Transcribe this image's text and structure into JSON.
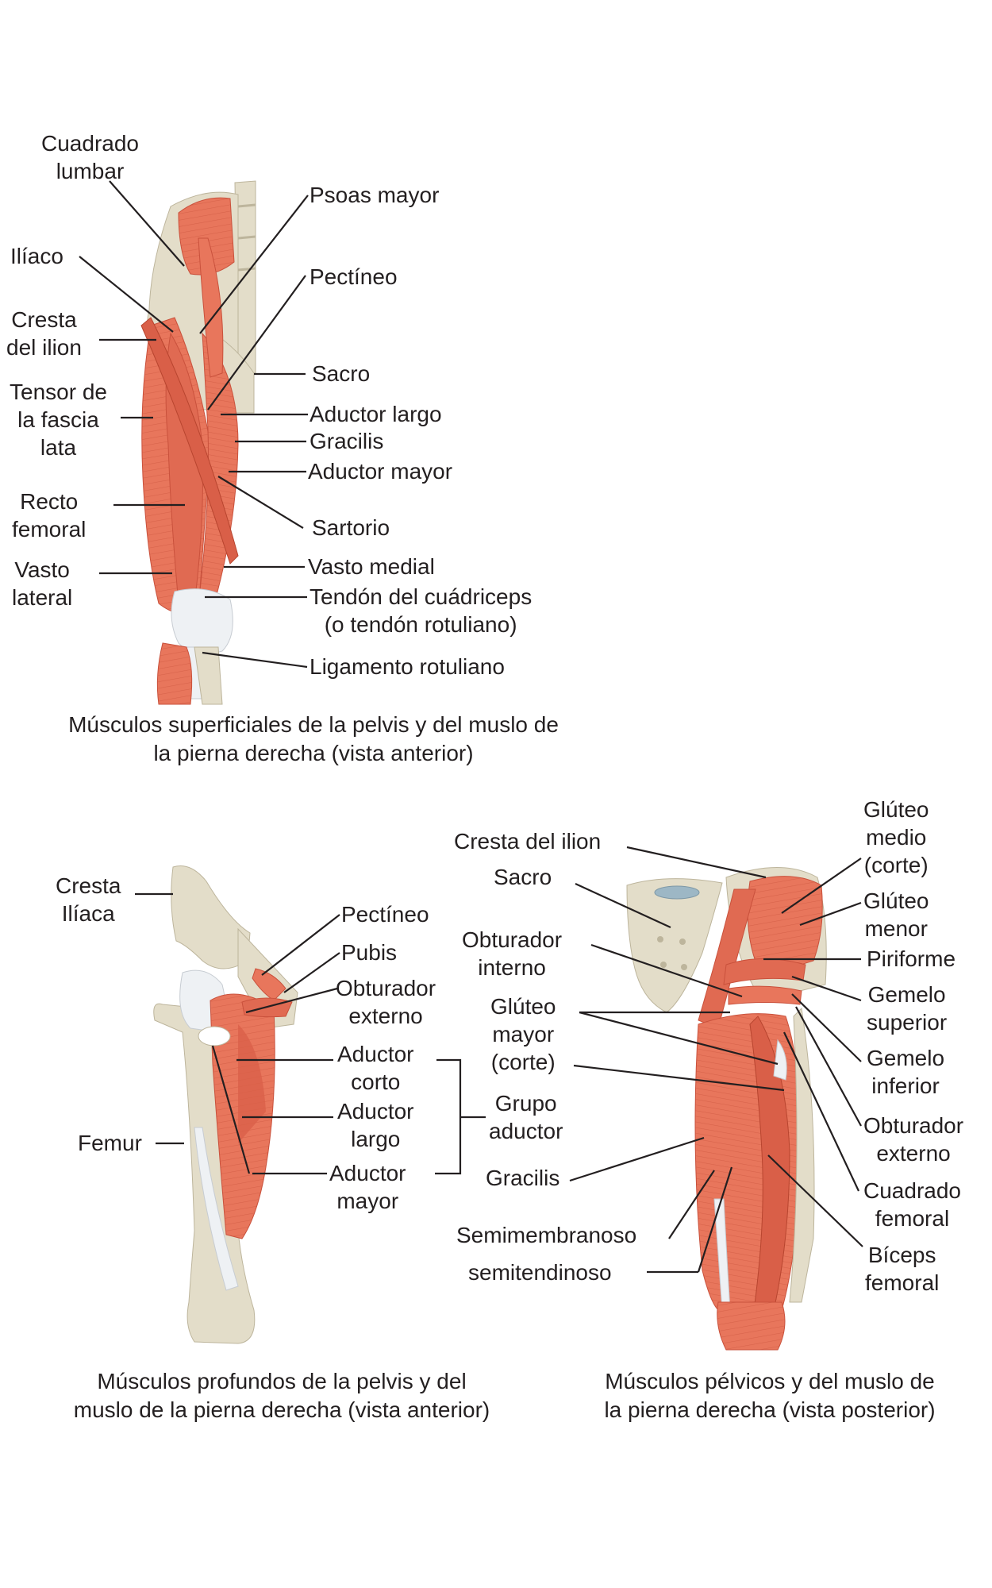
{
  "panel_superficial": {
    "caption": [
      "Músculos superficiales de la pelvis y del muslo de",
      "la pierna derecha (vista anterior)"
    ],
    "labels": {
      "cuadrado_lumbar": [
        "Cuadrado",
        "lumbar"
      ],
      "iliaco": [
        "Ilíaco"
      ],
      "cresta_ilion": [
        "Cresta",
        "del ilion"
      ],
      "tensor_fascia_lata": [
        "Tensor de",
        "la fascia",
        "lata"
      ],
      "recto_femoral": [
        "Recto",
        "femoral"
      ],
      "vasto_lateral": [
        "Vasto",
        "lateral"
      ],
      "psoas_mayor": [
        "Psoas mayor"
      ],
      "pectineo": [
        "Pectíneo"
      ],
      "sacro": [
        "Sacro"
      ],
      "aductor_largo": [
        "Aductor largo"
      ],
      "gracilis": [
        "Gracilis"
      ],
      "aductor_mayor": [
        "Aductor mayor"
      ],
      "sartorio": [
        "Sartorio"
      ],
      "vasto_medial": [
        "Vasto medial"
      ],
      "tendon_cuadriceps": [
        "Tendón del cuádriceps",
        "(o tendón rotuliano)"
      ],
      "ligamento_rotuliano": [
        "Ligamento rotuliano"
      ]
    }
  },
  "panel_deep": {
    "caption": [
      "Músculos profundos de la pelvis y del",
      "muslo de la pierna derecha (vista anterior)"
    ],
    "labels": {
      "cresta_iliaca": [
        "Cresta",
        "Ilíaca"
      ],
      "femur": [
        "Femur"
      ],
      "pectineo": [
        "Pectíneo"
      ],
      "pubis": [
        "Pubis"
      ],
      "obturador_externo": [
        "Obturador",
        "externo"
      ],
      "aductor_corto": [
        "Aductor",
        "corto"
      ],
      "aductor_largo": [
        "Aductor",
        "largo"
      ],
      "aductor_mayor": [
        "Aductor",
        "mayor"
      ]
    }
  },
  "panel_posterior": {
    "caption": [
      "Músculos pélvicos y del muslo de",
      "la pierna derecha (vista posterior)"
    ],
    "labels": {
      "cresta_ilion": [
        "Cresta del ilion"
      ],
      "sacro": [
        "Sacro"
      ],
      "obturador_interno": [
        "Obturador",
        "interno"
      ],
      "gluteo_mayor": [
        "Glúteo",
        "mayor",
        "(corte)"
      ],
      "grupo_aductor": [
        "Grupo",
        "aductor"
      ],
      "gracilis": [
        "Gracilis"
      ],
      "semimembranoso": [
        "Semimembranoso"
      ],
      "semitendinoso": [
        "semitendinoso"
      ],
      "gluteo_medio": [
        "Glúteo",
        "medio",
        "(corte)"
      ],
      "gluteo_menor": [
        "Glúteo",
        "menor"
      ],
      "piriforme": [
        "Piriforme"
      ],
      "gemelo_superior": [
        "Gemelo",
        "superior"
      ],
      "gemelo_inferior": [
        "Gemelo",
        "inferior"
      ],
      "obturador_externo": [
        "Obturador",
        "externo"
      ],
      "cuadrado_femoral": [
        "Cuadrado",
        "femoral"
      ],
      "biceps_femoral": [
        "Bíceps",
        "femoral"
      ]
    }
  },
  "colors": {
    "muscle": "#e8765c",
    "muscle_dark": "#c9513c",
    "bone": "#e3ddc9",
    "bone_edge": "#bdb59c",
    "tendon": "#eef1f4",
    "line": "#231f20"
  }
}
